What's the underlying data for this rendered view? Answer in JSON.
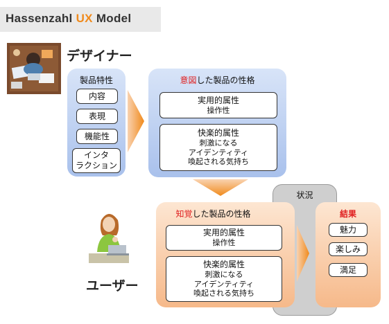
{
  "header": {
    "title_prefix": "Hassenzahl ",
    "title_accent": "UX",
    "title_suffix": " Model"
  },
  "colors": {
    "accent": "#f08a1c",
    "highlight_red": "#e02020",
    "blue_panel": "#a9c1ec",
    "orange_panel": "#f6b98a",
    "context_panel": "#cfcfcf"
  },
  "designer": {
    "label": "デザイナー",
    "icon": "designer-desk-illustration-icon"
  },
  "user": {
    "label": "ユーザー",
    "icon": "user-at-laptop-illustration-icon"
  },
  "product_features": {
    "title": "製品特性",
    "items": [
      "内容",
      "表現",
      "機能性"
    ],
    "interaction_line1": "インタ",
    "interaction_line2": "ラクション"
  },
  "intended": {
    "title_highlight": "意図",
    "title_rest": "した製品の性格",
    "pragmatic_title": "実用的属性",
    "pragmatic_sub": "操作性",
    "hedonic_title": "快楽的属性",
    "hedonic_line1": "刺激になる",
    "hedonic_line2": "アイデンティティ",
    "hedonic_line3": "喚起される気持ち"
  },
  "perceived": {
    "title_highlight": "知覚",
    "title_rest": "した製品の性格",
    "pragmatic_title": "実用的属性",
    "pragmatic_sub": "操作性",
    "hedonic_title": "快楽的属性",
    "hedonic_line1": "刺激になる",
    "hedonic_line2": "アイデンティティ",
    "hedonic_line3": "喚起される気持ち"
  },
  "context": {
    "label": "状況"
  },
  "results": {
    "title": "結果",
    "items": [
      "魅力",
      "楽しみ",
      "満足"
    ]
  }
}
